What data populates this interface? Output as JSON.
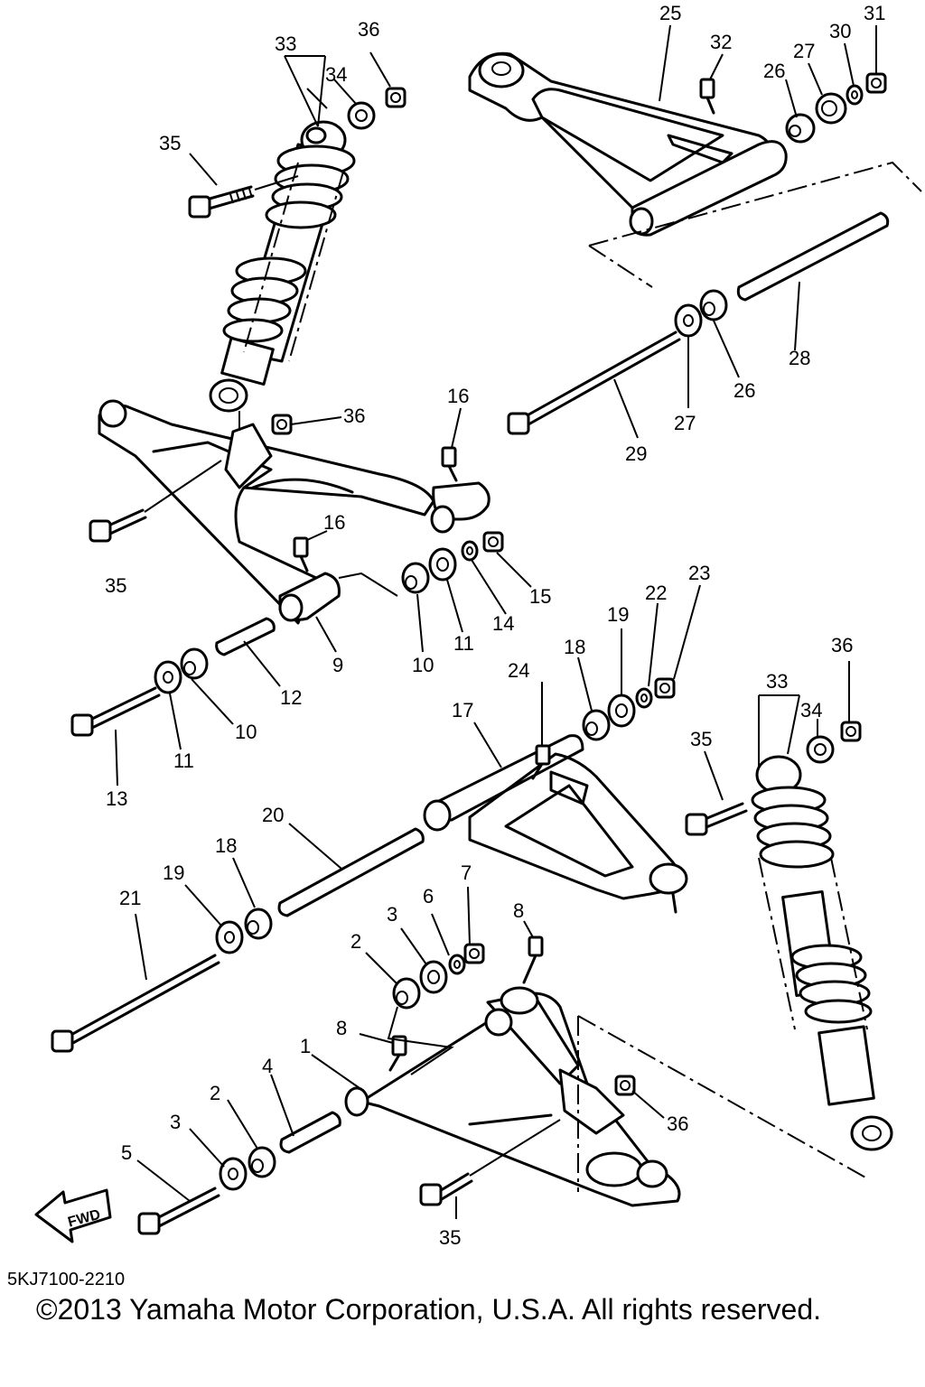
{
  "callouts": {
    "c1": "1",
    "c2a": "2",
    "c2b": "2",
    "c3a": "3",
    "c3b": "3",
    "c4": "4",
    "c5": "5",
    "c6": "6",
    "c7": "7",
    "c8a": "8",
    "c8b": "8",
    "c9": "9",
    "c10a": "10",
    "c10b": "10",
    "c11a": "11",
    "c11b": "11",
    "c12": "12",
    "c13": "13",
    "c14": "14",
    "c15": "15",
    "c16a": "16",
    "c16b": "16",
    "c17": "17",
    "c18a": "18",
    "c18b": "18",
    "c19a": "19",
    "c19b": "19",
    "c20": "20",
    "c21": "21",
    "c22": "22",
    "c23": "23",
    "c24": "24",
    "c25": "25",
    "c26a": "26",
    "c26b": "26",
    "c27a": "27",
    "c27b": "27",
    "c28": "28",
    "c29": "29",
    "c30": "30",
    "c31": "31",
    "c32": "32",
    "c33a": "33",
    "c33b": "33",
    "c34a": "34",
    "c34b": "34",
    "c35a": "35",
    "c35b": "35",
    "c35c": "35",
    "c35d": "35",
    "c36a": "36",
    "c36b": "36",
    "c36c": "36",
    "c36d": "36"
  },
  "fwd_label": "FWD",
  "drawing_code": "5KJ7100-2210",
  "copyright": "©2013 Yamaha Motor Corporation, U.S.A. All rights reserved."
}
